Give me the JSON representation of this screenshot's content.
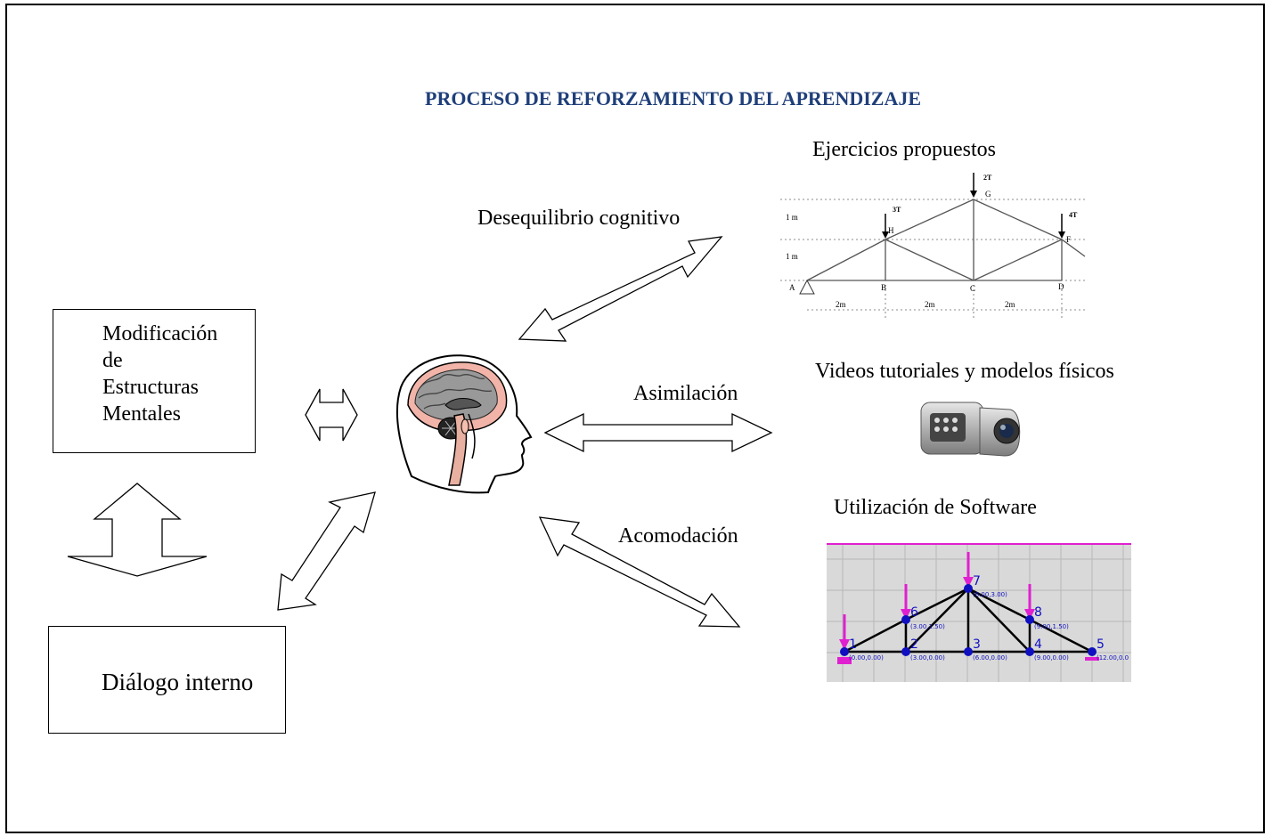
{
  "title": "PROCESO DE REFORZAMIENTO DEL APRENDIZAJE",
  "labels": {
    "desequilibrio": "Desequilibrio cognitivo",
    "asimilacion": "Asimilación",
    "acomodacion": "Acomodación",
    "ejercicios": "Ejercicios propuestos",
    "videos": "Videos tutoriales y modelos físicos",
    "software": "Utilización de Software"
  },
  "box_modificacion": [
    "Modificación",
    "de",
    "Estructuras",
    "Mentales"
  ],
  "box_dialogo": "Diálogo interno",
  "truss_figure": {
    "dims": [
      "1 m",
      "1 m"
    ],
    "nodes_bottom": [
      "A",
      "B",
      "C",
      "D"
    ],
    "nodes_top": [
      "H",
      "G",
      "F"
    ],
    "spans": [
      "2m",
      "2m",
      "2m"
    ],
    "loads": [
      "3T",
      "2T",
      "4T"
    ]
  },
  "software_figure": {
    "node_numbers": [
      "1",
      "2",
      "3",
      "4",
      "5",
      "6",
      "7",
      "8"
    ],
    "coords": [
      "(0.00,0.00)",
      "(3.00,0.00)",
      "(6.00,0.00)",
      "(9.00,0.00)",
      "(12.00,0.0",
      "(3.00,1.50)",
      "(6.00,3.00)",
      "(9.00,1.50)"
    ]
  },
  "colors": {
    "title": "#1f3f7a",
    "load": "#e020d0",
    "node": "#1010c0",
    "grid_bg": "#d8d8d8"
  }
}
